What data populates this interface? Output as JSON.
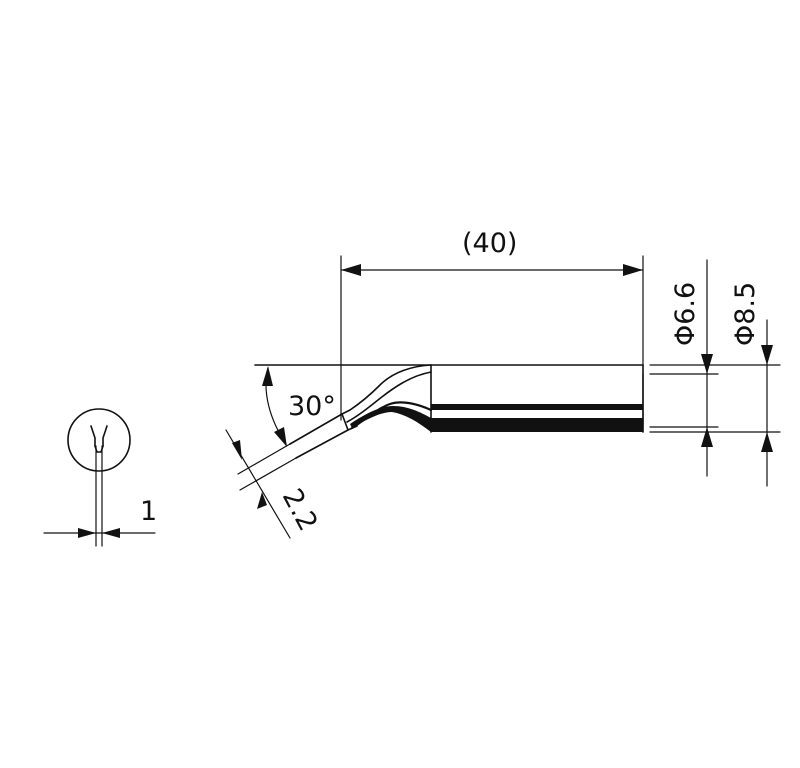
{
  "dimensions": {
    "length": "(40)",
    "diameter_inner": "Φ6.6",
    "diameter_outer": "Φ8.5",
    "angle": "30°",
    "tip_thickness": "2.2",
    "tip_width": "1"
  }
}
